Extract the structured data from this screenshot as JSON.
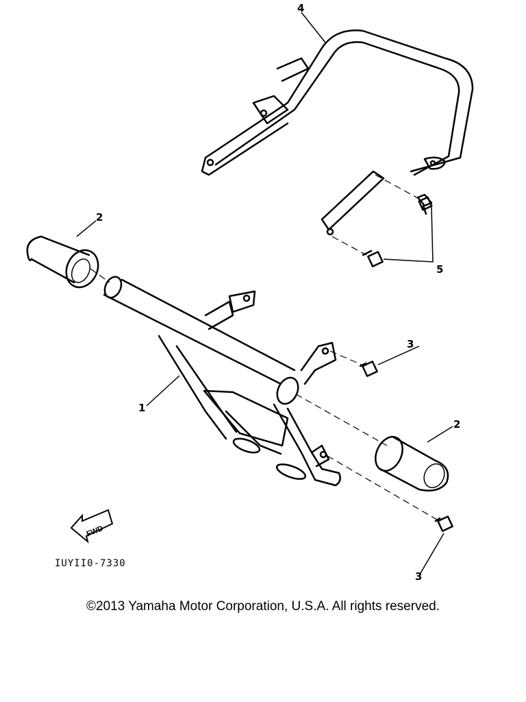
{
  "diagram": {
    "callouts": {
      "part1": "1",
      "part2_left": "2",
      "part2_right": "2",
      "part3_upper": "3",
      "part3_lower": "3",
      "part4": "4",
      "part5": "5"
    },
    "fwd_label": "FWD",
    "diagram_code": "IUYII0-7330"
  },
  "footer": {
    "copyright": "©2013 Yamaha Motor Corporation, U.S.A. All rights reserved."
  }
}
